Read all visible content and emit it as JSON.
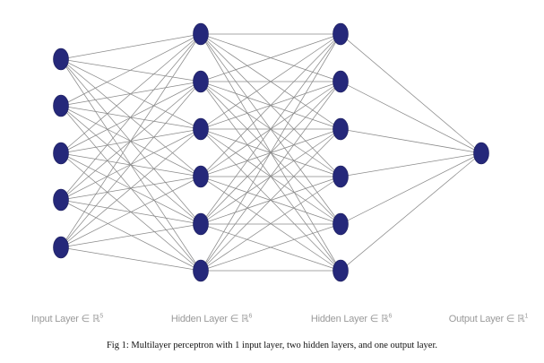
{
  "layers": [
    {
      "name": "Input Layer ∈ ℝ",
      "dim": "5",
      "nodes": 5
    },
    {
      "name": "Hidden Layer ∈ ℝ",
      "dim": "6",
      "nodes": 6
    },
    {
      "name": "Hidden Layer ∈ ℝ",
      "dim": "6",
      "nodes": 6
    },
    {
      "name": "Output Layer ∈ ℝ",
      "dim": "1",
      "nodes": 1
    }
  ],
  "connectivity": "fully-connected",
  "colors": {
    "node": "#25287a",
    "edge": "#8a8a8a"
  },
  "caption": "Fig 1: Multilayer perceptron with 1 input layer, two hidden layers, and one output layer."
}
